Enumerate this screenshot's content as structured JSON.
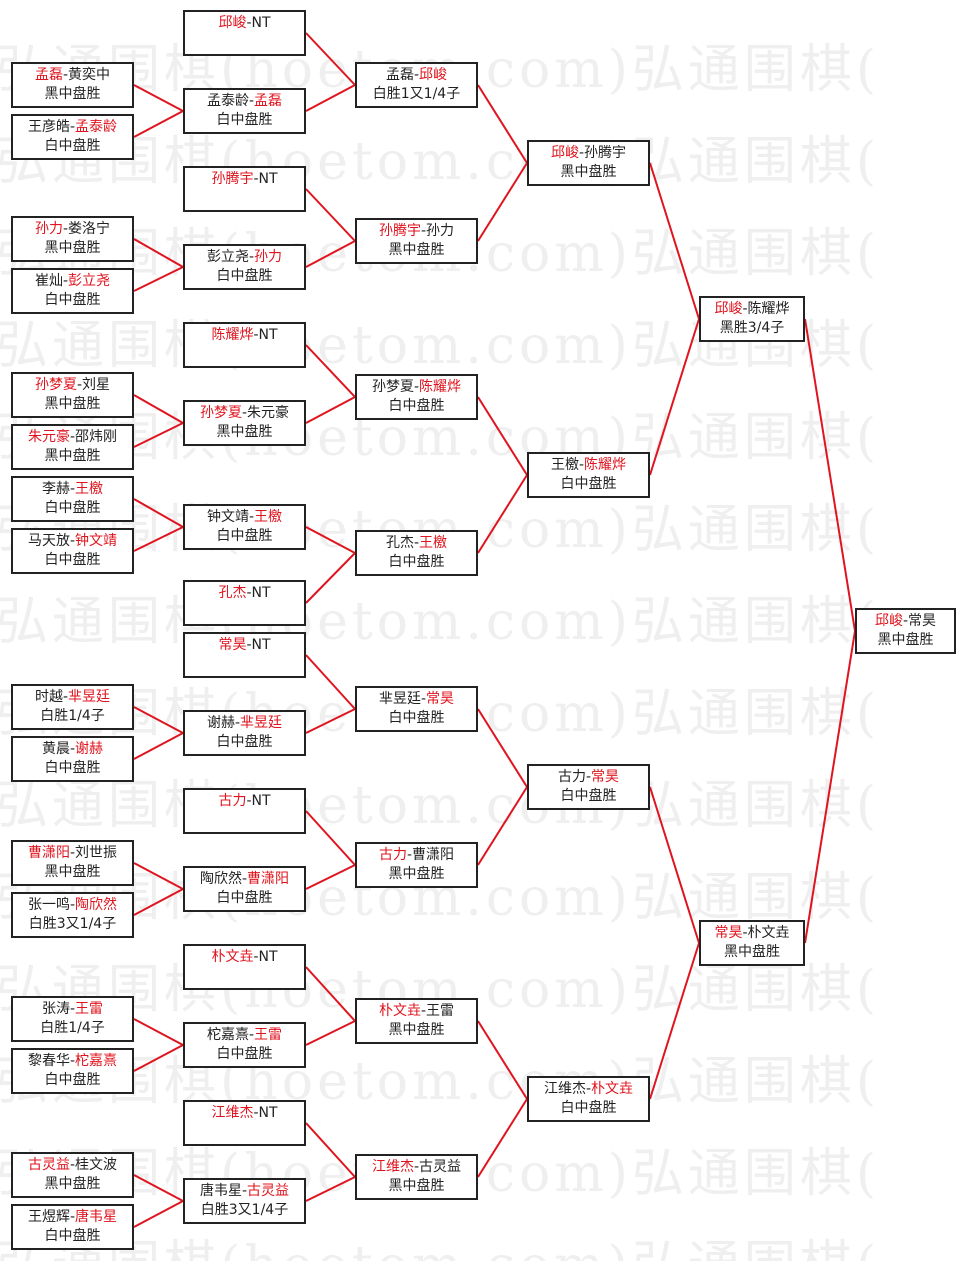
{
  "watermark": "弘通围棋(hoetom.com)弘通围棋(",
  "colors": {
    "winner": "#e0141e",
    "line": "#e0141e",
    "text": "#222222"
  },
  "round1": [
    {
      "a": "孟磊",
      "b": "黄奕中",
      "winner": 0,
      "result": "黑中盘胜"
    },
    {
      "a": "王彦皓",
      "b": "孟泰龄",
      "winner": 1,
      "result": "白中盘胜"
    },
    {
      "a": "孙力",
      "b": "娄洛宁",
      "winner": 0,
      "result": "黑中盘胜"
    },
    {
      "a": "崔灿",
      "b": "彭立尧",
      "winner": 1,
      "result": "白中盘胜"
    },
    {
      "a": "孙梦夏",
      "b": "刘星",
      "winner": 0,
      "result": "黑中盘胜"
    },
    {
      "a": "朱元豪",
      "b": "邵炜刚",
      "winner": 0,
      "result": "黑中盘胜"
    },
    {
      "a": "李赫",
      "b": "王檄",
      "winner": 1,
      "result": "白中盘胜"
    },
    {
      "a": "马天放",
      "b": "钟文靖",
      "winner": 1,
      "result": "白中盘胜"
    },
    {
      "a": "时越",
      "b": "芈昱廷",
      "winner": 1,
      "result": "白胜1/4子"
    },
    {
      "a": "黄晨",
      "b": "谢赫",
      "winner": 1,
      "result": "白中盘胜"
    },
    {
      "a": "曹潇阳",
      "b": "刘世振",
      "winner": 0,
      "result": "黑中盘胜"
    },
    {
      "a": "张一鸣",
      "b": "陶欣然",
      "winner": 1,
      "result": "白胜3又1/4子"
    },
    {
      "a": "张涛",
      "b": "王雷",
      "winner": 1,
      "result": "白胜1/4子"
    },
    {
      "a": "黎春华",
      "b": "柁嘉熹",
      "winner": 1,
      "result": "白中盘胜"
    },
    {
      "a": "古灵益",
      "b": "桂文波",
      "winner": 0,
      "result": "黑中盘胜"
    },
    {
      "a": "王煜辉",
      "b": "唐韦星",
      "winner": 1,
      "result": "白中盘胜"
    }
  ],
  "round2_seeds": [
    {
      "a": "邱峻",
      "b": "NT",
      "winner": 0,
      "result": ""
    },
    {
      "a": "孙腾宇",
      "b": "NT",
      "winner": 0,
      "result": ""
    },
    {
      "a": "陈耀烨",
      "b": "NT",
      "winner": 0,
      "result": ""
    },
    {
      "a": "孔杰",
      "b": "NT",
      "winner": 0,
      "result": ""
    },
    {
      "a": "常昊",
      "b": "NT",
      "winner": 0,
      "result": ""
    },
    {
      "a": "古力",
      "b": "NT",
      "winner": 0,
      "result": ""
    },
    {
      "a": "朴文垚",
      "b": "NT",
      "winner": 0,
      "result": ""
    },
    {
      "a": "江维杰",
      "b": "NT",
      "winner": 0,
      "result": ""
    }
  ],
  "round2": [
    {
      "a": "孟泰龄",
      "b": "孟磊",
      "winner": 1,
      "result": "白中盘胜"
    },
    {
      "a": "彭立尧",
      "b": "孙力",
      "winner": 1,
      "result": "白中盘胜"
    },
    {
      "a": "孙梦夏",
      "b": "朱元豪",
      "winner": 0,
      "result": "黑中盘胜"
    },
    {
      "a": "钟文靖",
      "b": "王檄",
      "winner": 1,
      "result": "白中盘胜"
    },
    {
      "a": "谢赫",
      "b": "芈昱廷",
      "winner": 1,
      "result": "白中盘胜"
    },
    {
      "a": "陶欣然",
      "b": "曹潇阳",
      "winner": 1,
      "result": "白中盘胜"
    },
    {
      "a": "柁嘉熹",
      "b": "王雷",
      "winner": 1,
      "result": "白中盘胜"
    },
    {
      "a": "唐韦星",
      "b": "古灵益",
      "winner": 1,
      "result": "白胜3又1/4子"
    }
  ],
  "round3": [
    {
      "a": "孟磊",
      "b": "邱峻",
      "winner": 1,
      "result": "白胜1又1/4子"
    },
    {
      "a": "孙腾宇",
      "b": "孙力",
      "winner": 0,
      "result": "黑中盘胜"
    },
    {
      "a": "孙梦夏",
      "b": "陈耀烨",
      "winner": 1,
      "result": "白中盘胜"
    },
    {
      "a": "孔杰",
      "b": "王檄",
      "winner": 1,
      "result": "白中盘胜"
    },
    {
      "a": "芈昱廷",
      "b": "常昊",
      "winner": 1,
      "result": "白中盘胜"
    },
    {
      "a": "古力",
      "b": "曹潇阳",
      "winner": 0,
      "result": "黑中盘胜"
    },
    {
      "a": "朴文垚",
      "b": "王雷",
      "winner": 0,
      "result": "黑中盘胜"
    },
    {
      "a": "江维杰",
      "b": "古灵益",
      "winner": 0,
      "result": "黑中盘胜"
    }
  ],
  "round4": [
    {
      "a": "邱峻",
      "b": "孙腾宇",
      "winner": 0,
      "result": "黑中盘胜"
    },
    {
      "a": "王檄",
      "b": "陈耀烨",
      "winner": 1,
      "result": "白中盘胜"
    },
    {
      "a": "古力",
      "b": "常昊",
      "winner": 1,
      "result": "白中盘胜"
    },
    {
      "a": "江维杰",
      "b": "朴文垚",
      "winner": 1,
      "result": "白中盘胜"
    }
  ],
  "semifinal": [
    {
      "a": "邱峻",
      "b": "陈耀烨",
      "winner": 0,
      "result": "黑胜3/4子"
    },
    {
      "a": "常昊",
      "b": "朴文垚",
      "winner": 0,
      "result": "黑中盘胜"
    }
  ],
  "final": [
    {
      "a": "邱峻",
      "b": "常昊",
      "winner": 0,
      "result": "黑中盘胜"
    }
  ]
}
